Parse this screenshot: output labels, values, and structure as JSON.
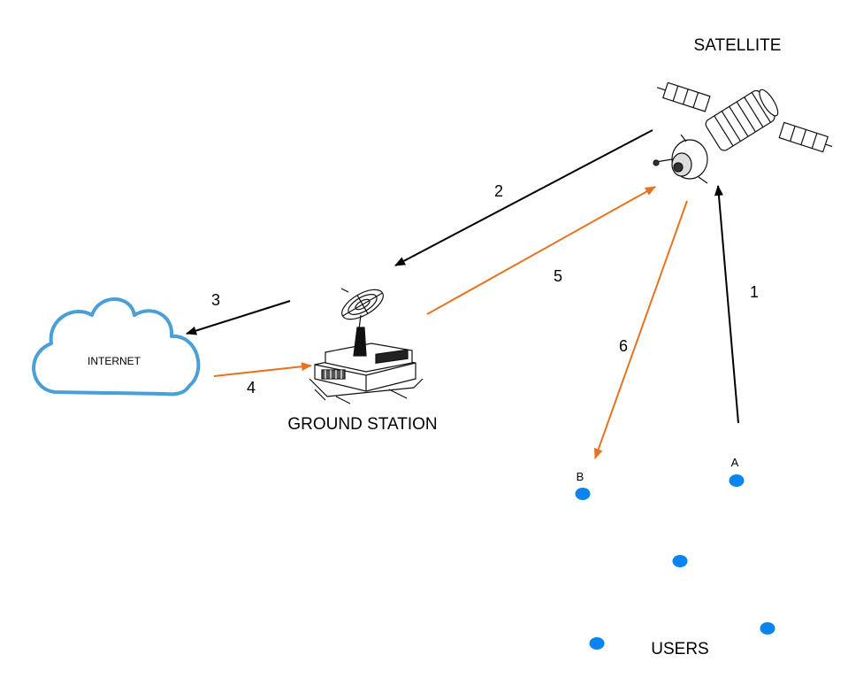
{
  "labels": {
    "satellite": "SATELLITE",
    "ground_station": "GROUND STATION",
    "internet": "INTERNET",
    "users": "USERS",
    "user_a": "A",
    "user_b": "B"
  },
  "steps": {
    "s1": "1",
    "s2": "2",
    "s3": "3",
    "s4": "4",
    "s5": "5",
    "s6": "6"
  },
  "colors": {
    "black_arrow": "#000000",
    "orange_arrow": "#e8731f",
    "user_dot": "#0a84f0",
    "cloud_outline": "#4a9fd6"
  },
  "icons": {
    "satellite": "satellite-icon",
    "ground_station": "ground-station-icon",
    "internet": "cloud-icon",
    "user": "user-node-icon"
  }
}
